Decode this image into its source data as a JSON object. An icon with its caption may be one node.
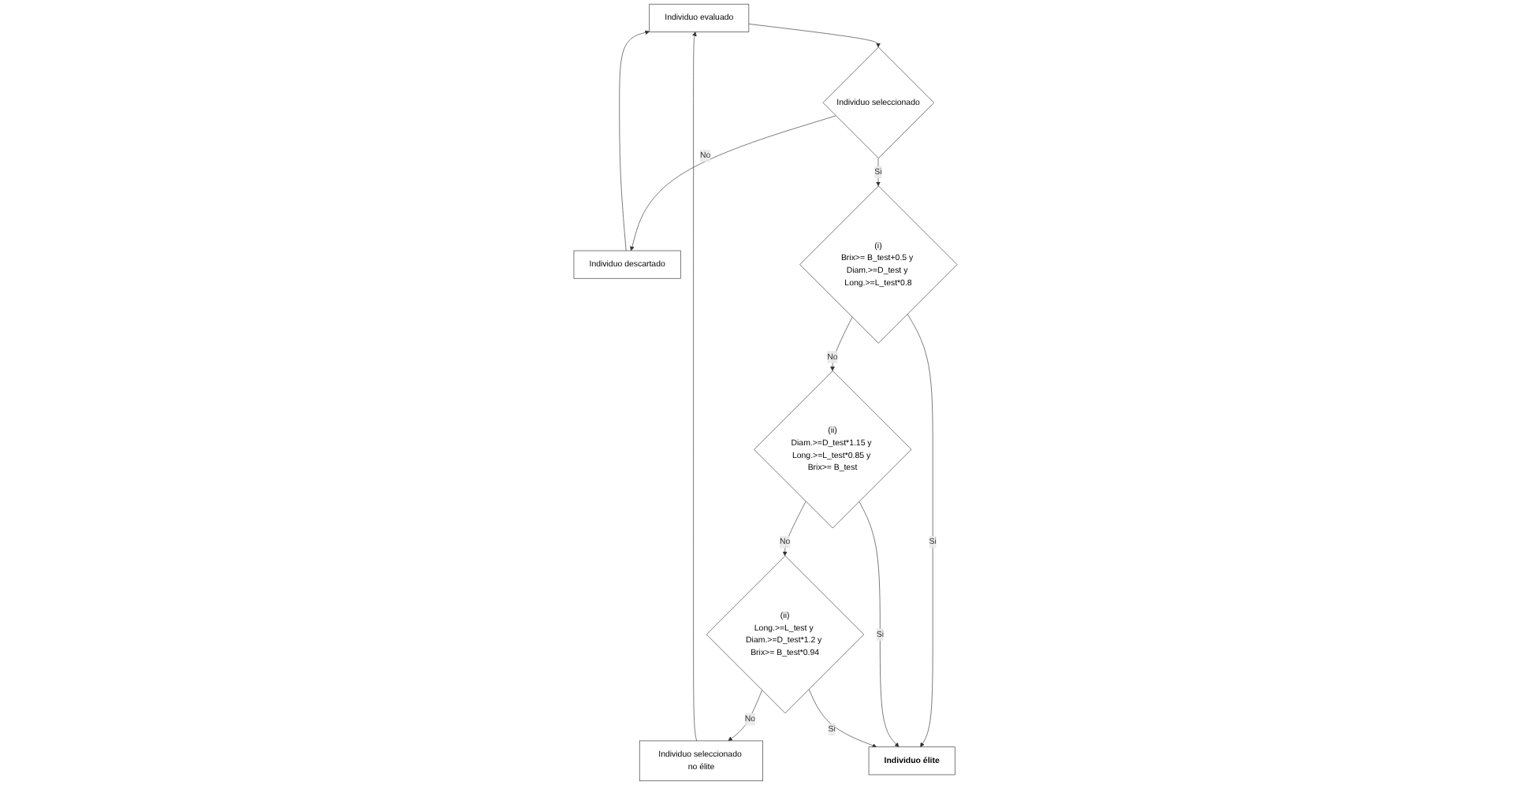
{
  "diagram": {
    "nodes": [
      {
        "text": [
          "Individuo evaluado"
        ]
      },
      {
        "text": [
          "Individuo seleccionado"
        ]
      },
      {
        "text": [
          "Individuo descartado"
        ]
      },
      {
        "text": [
          "(i)",
          "Brix>= B_test+0.5 y Diam.>=D_test y Long.>=L_test*0.8"
        ]
      },
      {
        "text": [
          "(ii)",
          "Diam.>=D_test*1.15 y Long.>=L_test*0.85 y Brix>= B_test"
        ]
      },
      {
        "text": [
          "(ii)",
          "Long.>=L_test y Diam.>=D_test*1.2 y Brix>= B_test*0.94"
        ]
      },
      {
        "text": [
          "Individuo seleccionado no élite"
        ]
      },
      {
        "text": [
          "Individuo élite"
        ]
      }
    ],
    "edges": [
      {
        "from": 0,
        "to": 1,
        "arrow": "to"
      },
      {
        "from": 1,
        "to": 2,
        "arrow": "to",
        "label": "No"
      },
      {
        "from": 2,
        "to": 0,
        "arrow": "to"
      },
      {
        "from": 1,
        "to": 3,
        "arrow": "to",
        "label": "Si"
      },
      {
        "from": 3,
        "to": 4,
        "arrow": "to",
        "label": "No"
      },
      {
        "from": 3,
        "to": 7,
        "arrow": "to",
        "label": "Si"
      },
      {
        "from": 4,
        "to": 5,
        "arrow": "to",
        "label": "No"
      },
      {
        "from": 4,
        "to": 7,
        "arrow": "to",
        "label": "Si"
      },
      {
        "from": 5,
        "to": 6,
        "arrow": "to",
        "label": "No"
      },
      {
        "from": 5,
        "to": 7,
        "arrow": "to",
        "label": "Si"
      },
      {
        "from": 6,
        "to": 0,
        "arrow": "to"
      }
    ]
  }
}
